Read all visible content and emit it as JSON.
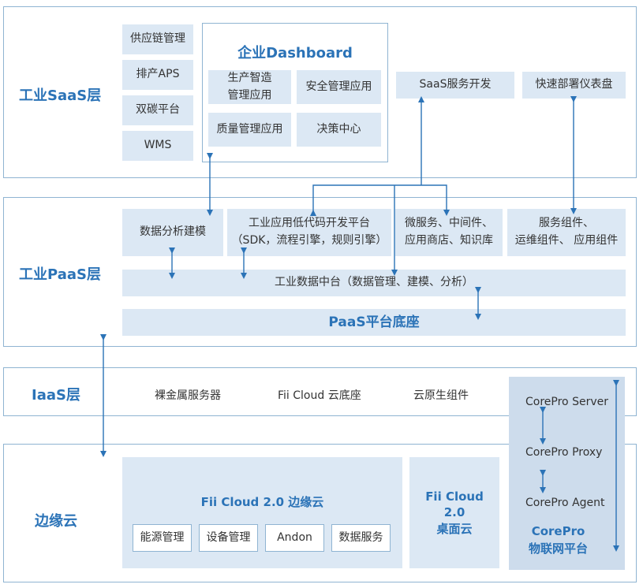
{
  "layers": {
    "saas": "工业SaaS层",
    "paas": "工业PaaS层",
    "iaas": "IaaS层",
    "edge": "边缘云"
  },
  "saas": {
    "left_items": [
      "供应链管理",
      "排产APS",
      "双碳平台",
      "WMS"
    ],
    "dashboard_title": "企业Dashboard",
    "dashboard_items": [
      [
        "生产智造",
        "管理应用"
      ],
      [
        "安全管理应用"
      ],
      [
        "质量管理应用"
      ],
      [
        "决策中心"
      ]
    ],
    "saas_dev": "SaaS服务开发",
    "quick_deploy": "快速部署仪表盘"
  },
  "paas": {
    "data_modeling": "数据分析建模",
    "lowcode_line1": "工业应用低代码开发平台",
    "lowcode_line2": "（SDK，流程引擎，规则引擎）",
    "micro_line1": "微服务、中间件、",
    "micro_line2": "应用商店、知识库",
    "service_line1": "服务组件、",
    "service_line2": "运维组件、 应用组件",
    "data_center": "工业数据中台（数据管理、建模、分析）",
    "platform_base": "PaaS平台底座"
  },
  "iaas": {
    "items": [
      "裸金属服务器",
      "Fii Cloud 云底座",
      "云原生组件"
    ]
  },
  "corepro": {
    "server": "CorePro  Server",
    "proxy": "CorePro Proxy",
    "agent": "CorePro  Agent",
    "title_line1": "CorePro",
    "title_line2": "物联网平台"
  },
  "edge": {
    "edge_title": "Fii Cloud 2.0 边缘云",
    "edge_items": [
      "能源管理",
      "设备管理",
      "Andon",
      "数据服务"
    ],
    "desktop_line1": "Fii Cloud",
    "desktop_line2": "2.0",
    "desktop_line3": "桌面云"
  },
  "colors": {
    "accent": "#2b73b7",
    "box_fill": "#dce8f4",
    "border": "#8fb4d2"
  }
}
